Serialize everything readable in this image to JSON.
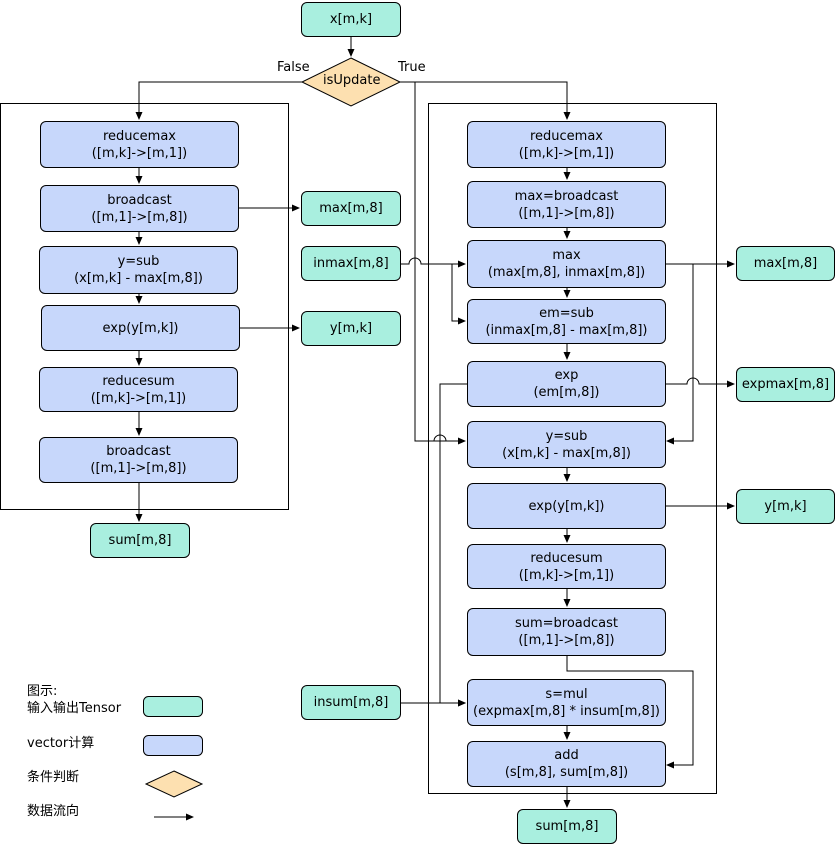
{
  "top_input": "x[m,k]",
  "decision": {
    "label": "isUpdate",
    "false_label": "False",
    "true_label": "True"
  },
  "left": {
    "nodes": [
      {
        "line1": "reducemax",
        "line2": "([m,k]->[m,1])"
      },
      {
        "line1": "broadcast",
        "line2": "([m,1]->[m,8])"
      },
      {
        "line1": "y=sub",
        "line2": "(x[m,k] - max[m,8])"
      },
      {
        "line1": "exp(y[m,k])",
        "line2": ""
      },
      {
        "line1": "reducesum",
        "line2": "([m,k]->[m,1])"
      },
      {
        "line1": "broadcast",
        "line2": "([m,1]->[m,8])"
      }
    ],
    "out_max": "max[m,8]",
    "out_y": "y[m,k]",
    "out_sum": "sum[m,8]"
  },
  "middle": {
    "inmax": "inmax[m,8]",
    "insum": "insum[m,8]"
  },
  "right": {
    "nodes": [
      {
        "line1": "reducemax",
        "line2": "([m,k]->[m,1])"
      },
      {
        "line1": "max=broadcast",
        "line2": "([m,1]->[m,8])"
      },
      {
        "line1": "max",
        "line2": "(max[m,8], inmax[m,8])"
      },
      {
        "line1": "em=sub",
        "line2": "(inmax[m,8] - max[m,8])"
      },
      {
        "line1": "exp",
        "line2": "(em[m,8])"
      },
      {
        "line1": "y=sub",
        "line2": "(x[m,k] - max[m,8])"
      },
      {
        "line1": "exp(y[m,k])",
        "line2": ""
      },
      {
        "line1": "reducesum",
        "line2": "([m,k]->[m,1])"
      },
      {
        "line1": "sum=broadcast",
        "line2": "([m,1]->[m,8])"
      },
      {
        "line1": "s=mul",
        "line2": "(expmax[m,8] * insum[m,8])"
      },
      {
        "line1": "add",
        "line2": "(s[m,8], sum[m,8])"
      }
    ],
    "out_max": "max[m,8]",
    "out_expmax": "expmax[m,8]",
    "out_y": "y[m,k]",
    "out_sum": "sum[m,8]"
  },
  "legend": {
    "title": "图示:",
    "tensor": "输入输出Tensor",
    "vector": "vector计算",
    "condition": "条件判断",
    "flow": "数据流向"
  },
  "colors": {
    "tensor": "#a9efdf",
    "vector": "#c7d7fb",
    "decision": "#fde0b0"
  }
}
